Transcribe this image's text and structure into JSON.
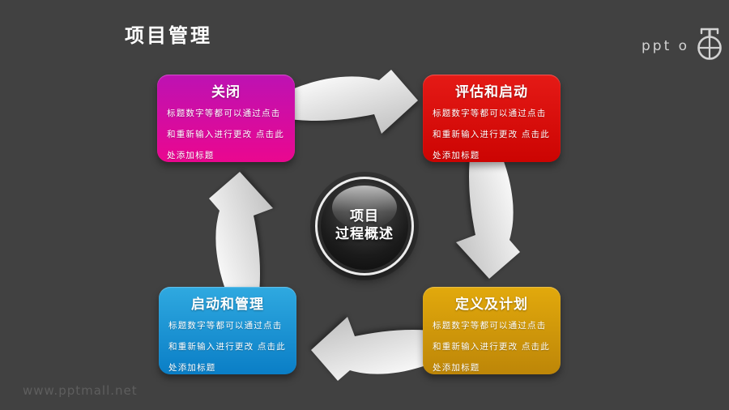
{
  "slide": {
    "title": "项目管理",
    "watermark": "www.pptmall.net",
    "background_color": "#414141",
    "logo": {
      "text": "ppt o",
      "icon": "stopwatch-icon",
      "color": "#d2d2d2"
    }
  },
  "center_circle": {
    "line1": "项目",
    "line2": "过程概述",
    "ring_color": "#ececec",
    "sphere_color": "#1b1b1b"
  },
  "boxes": [
    {
      "position": "top-left",
      "title": "关闭",
      "body": "标题数字等都可以通过点击\n和重新输入进行更改 点击此\n处添加标题",
      "gradient_top": "#bd12b3",
      "gradient_bottom": "#ea078f"
    },
    {
      "position": "top-right",
      "title": "评估和启动",
      "body": "标题数字等都可以通过点击\n和重新输入进行更改 点击此\n处添加标题",
      "gradient_top": "#e51a16",
      "gradient_bottom": "#cc0402"
    },
    {
      "position": "bottom-left",
      "title": "启动和管理",
      "body": "标题数字等都可以通过点击\n和重新输入进行更改 点击此\n处添加标题",
      "gradient_top": "#2fa9e0",
      "gradient_bottom": "#0a7ec6"
    },
    {
      "position": "bottom-right",
      "title": "定义及计划",
      "body": "标题数字等都可以通过点击\n和重新输入进行更改 点击此\n处添加标题",
      "gradient_top": "#e2a90c",
      "gradient_bottom": "#bd8608"
    }
  ],
  "arrows": {
    "count": 4,
    "direction": "clockwise",
    "color_light": "#f8f8f8",
    "color_dark": "#c4c4c4"
  }
}
